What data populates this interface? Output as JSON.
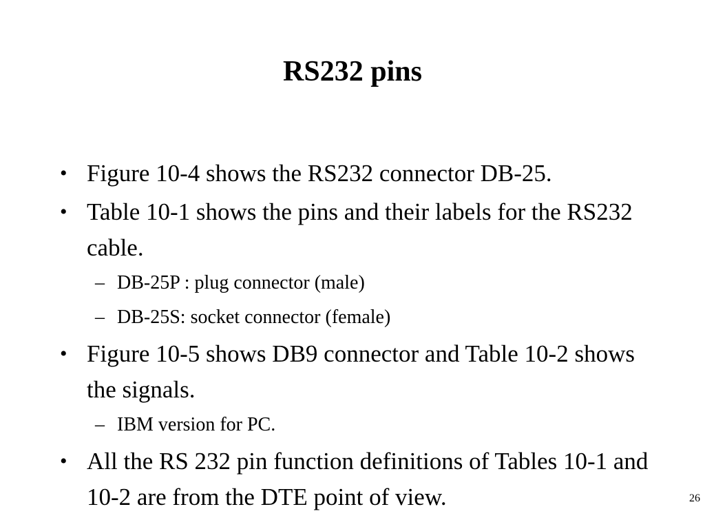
{
  "slide": {
    "title": "RS232 pins",
    "bullet_marker": "•",
    "sub_marker": "–",
    "items": [
      {
        "text": "Figure 10-4 shows the RS232 connector DB-25.",
        "subitems": []
      },
      {
        "text": "Table 10-1 shows the pins and their labels for the RS232 cable.",
        "subitems": [
          "DB-25P : plug connector (male)",
          "DB-25S: socket connector (female)"
        ]
      },
      {
        "text": "Figure 10-5 shows DB9 connector and Table 10-2 shows the signals.",
        "subitems": [
          "IBM version for PC."
        ]
      },
      {
        "text": "All the RS 232 pin function definitions of Tables 10-1 and 10-2 are from the DTE point of view.",
        "subitems": []
      }
    ],
    "page_number": "26"
  }
}
